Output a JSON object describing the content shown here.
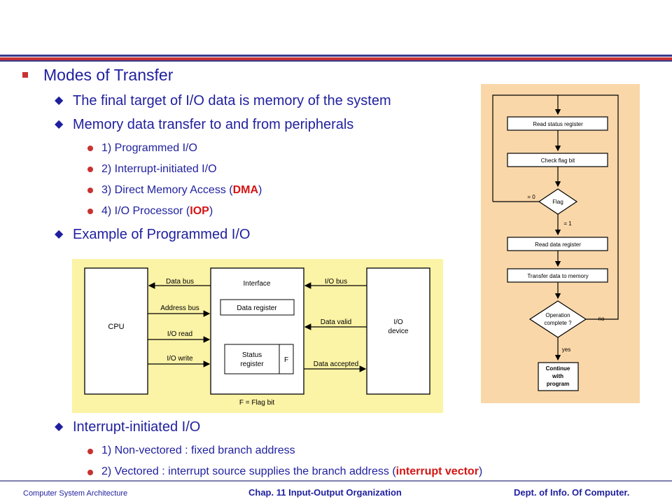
{
  "slide": {
    "heading": "Modes of Transfer",
    "points": [
      "The final target of I/O data is memory of the system",
      "Memory data transfer to and from peripherals"
    ],
    "methods": [
      "1) Programmed I/O",
      "2) Interrupt-initiated I/O"
    ],
    "method3": {
      "pre": "3) Direct Memory Access (",
      "hl": "DMA",
      "post": ")"
    },
    "method4": {
      "pre": "4) I/O Processor (",
      "hl": "IOP",
      "post": ")"
    },
    "example": "Example of Programmed I/O",
    "interrupt": {
      "title": "Interrupt-initiated I/O",
      "sub1": "1) Non-vectored : fixed branch address",
      "sub2_pre": "2) Vectored : interrupt source supplies the branch address (",
      "sub2_hl": "interrupt vector",
      "sub2_post": ")"
    }
  },
  "block_diagram": {
    "cpu": "CPU",
    "interface": "Interface",
    "data_register": "Data register",
    "status_line1": "Status",
    "status_line2": "register",
    "flag_cell": "F",
    "io_line1": "I/O",
    "io_line2": "device",
    "left_signals": [
      "Data bus",
      "Address bus",
      "I/O read",
      "I/O write"
    ],
    "right_signals": [
      "I/O bus",
      "Data valid",
      "Data accepted"
    ],
    "caption": "F = Flag bit"
  },
  "flowchart": {
    "read_status": "Read status  register",
    "check_flag": "Check flag bit",
    "flag": "Flag",
    "eq0": "= 0",
    "eq1": "= 1",
    "read_data": "Read data  register",
    "transfer": "Transfer data to memory",
    "op_line1": "Operation",
    "op_line2": "complete ?",
    "no": "no",
    "yes": "yes",
    "cont1": "Continue",
    "cont2": "with",
    "cont3": "program"
  },
  "footer": {
    "left": "Computer System Architecture",
    "center": "Chap. 11  Input-Output Organization",
    "right": "Dept. of  Info. Of  Computer."
  },
  "colors": {
    "text": "#1f1f9e",
    "accent": "#d51414",
    "diagram_bg": "#fbf3a6",
    "flow_bg": "#f9d7a9"
  }
}
